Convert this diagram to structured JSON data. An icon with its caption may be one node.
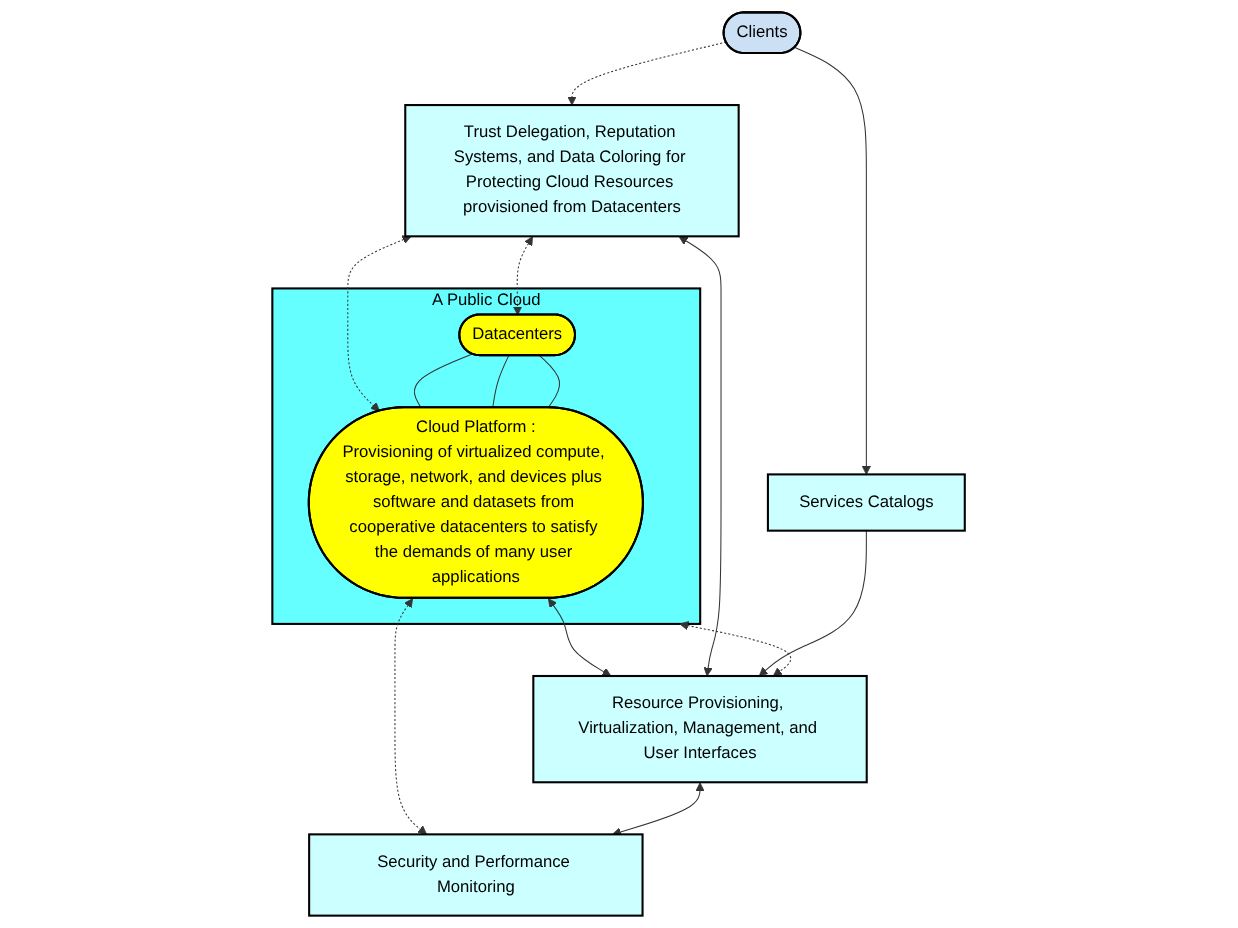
{
  "diagram": {
    "nodes": [
      {
        "text": [
          "A Public Cloud"
        ]
      },
      {
        "text": [
          "Datacenters"
        ],
        "in": 0
      },
      {
        "text": [
          "Cloud Platform :",
          "Provisioning of virtualized compute, storage, network, and devices plus software and datasets from cooperative datacenters to satisfy the demands of many user applications"
        ],
        "in": 0
      },
      {
        "text": [
          "Trust Delegation, Reputation Systems, and Data Coloring for Protecting Cloud Resources provisioned from Datacenters"
        ]
      },
      {
        "text": [
          "Resource Provisioning, Virtualization, Management, and User Interfaces"
        ]
      },
      {
        "text": [
          "Clients"
        ]
      },
      {
        "text": [
          "Services Catalogs"
        ]
      },
      {
        "text": [
          "Security and Performance Monitoring"
        ]
      }
    ],
    "edges": [
      {
        "from": 3,
        "to": 1,
        "arrow": "both",
        "style": "dashed"
      },
      {
        "from": 3,
        "to": 2,
        "arrow": "both",
        "style": "dashed"
      },
      {
        "from": 1,
        "to": 2,
        "arrow": "none"
      },
      {
        "from": 1,
        "to": 2,
        "arrow": "none"
      },
      {
        "from": 1,
        "to": 2,
        "arrow": "none"
      },
      {
        "from": 2,
        "to": 4,
        "arrow": "both"
      },
      {
        "from": 0,
        "to": 4,
        "arrow": "both",
        "style": "dashed"
      },
      {
        "from": 2,
        "to": 7,
        "arrow": "both",
        "style": "dashed"
      },
      {
        "from": 3,
        "to": 4,
        "arrow": "both"
      },
      {
        "from": 5,
        "to": 3,
        "arrow": "to",
        "style": "dashed"
      },
      {
        "from": 5,
        "to": 6,
        "arrow": "to"
      },
      {
        "from": 6,
        "to": 4,
        "arrow": "to"
      },
      {
        "from": 4,
        "to": 7,
        "arrow": "both"
      }
    ]
  }
}
